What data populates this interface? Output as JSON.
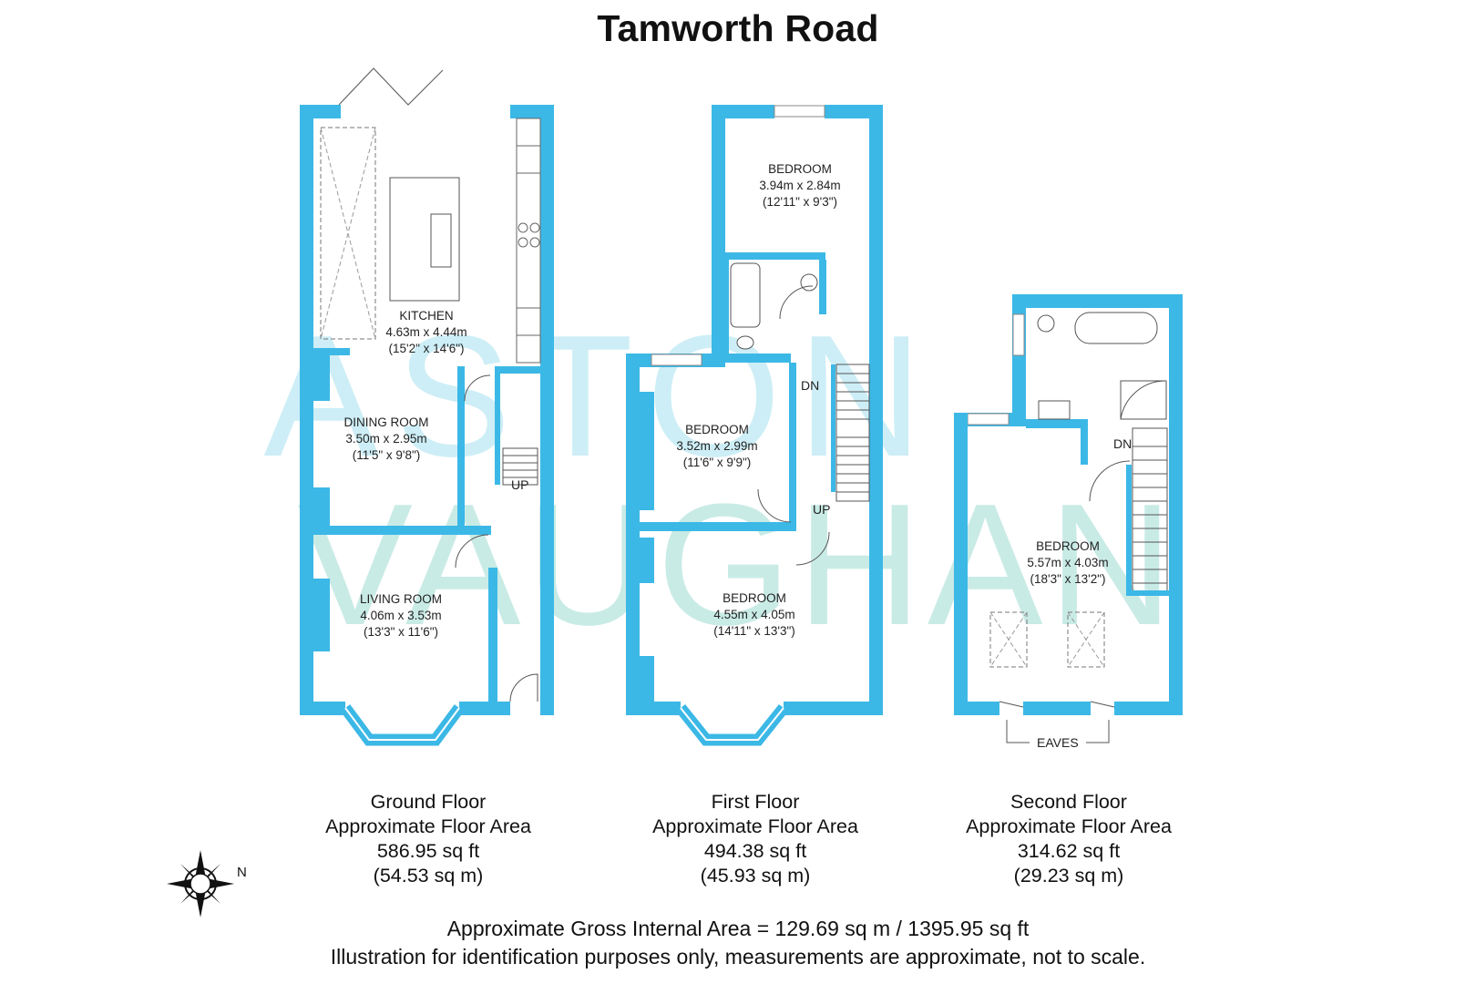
{
  "title": "Tamworth Road",
  "watermark": {
    "line1": "ASTON",
    "line2": "VAUGHAN",
    "color1": "#cdeef6",
    "color2": "#c9ebe6"
  },
  "colors": {
    "wall": "#3cb8e6",
    "text": "#111111"
  },
  "rooms": {
    "kitchen": {
      "name": "KITCHEN",
      "metric": "4.63m x 4.44m",
      "imperial": "(15'2\" x 14'6\")"
    },
    "dining": {
      "name": "DINING ROOM",
      "metric": "3.50m x 2.95m",
      "imperial": "(11'5\" x 9'8\")"
    },
    "living": {
      "name": "LIVING ROOM",
      "metric": "4.06m x 3.53m",
      "imperial": "(13'3\" x 11'6\")"
    },
    "bed_first_top": {
      "name": "BEDROOM",
      "metric": "3.94m x 2.84m",
      "imperial": "(12'11\" x 9'3\")"
    },
    "bed_first_mid": {
      "name": "BEDROOM",
      "metric": "3.52m x 2.99m",
      "imperial": "(11'6\" x 9'9\")"
    },
    "bed_first_front": {
      "name": "BEDROOM",
      "metric": "4.55m x 4.05m",
      "imperial": "(14'11\" x 13'3\")"
    },
    "bed_second": {
      "name": "BEDROOM",
      "metric": "5.57m x 4.03m",
      "imperial": "(18'3\" x 13'2\")"
    }
  },
  "stair_labels": {
    "ground_up": "UP",
    "first_dn": "DN",
    "first_up": "UP",
    "second_dn": "DN"
  },
  "eaves": "EAVES",
  "compass": {
    "label": "N",
    "icon": "compass-rose-icon"
  },
  "floors": [
    {
      "name": "Ground Floor",
      "caption": "Approximate Floor Area",
      "sqft": "586.95 sq ft",
      "sqm": "(54.53 sq m)"
    },
    {
      "name": "First Floor",
      "caption": "Approximate Floor Area",
      "sqft": "494.38 sq ft",
      "sqm": "(45.93 sq m)"
    },
    {
      "name": "Second Floor",
      "caption": "Approximate Floor Area",
      "sqft": "314.62 sq ft",
      "sqm": "(29.23 sq m)"
    }
  ],
  "footer": {
    "gross": "Approximate Gross Internal Area = 129.69 sq m / 1395.95 sq ft",
    "disclaimer": "Illustration for identification purposes only, measurements are approximate, not to scale."
  }
}
